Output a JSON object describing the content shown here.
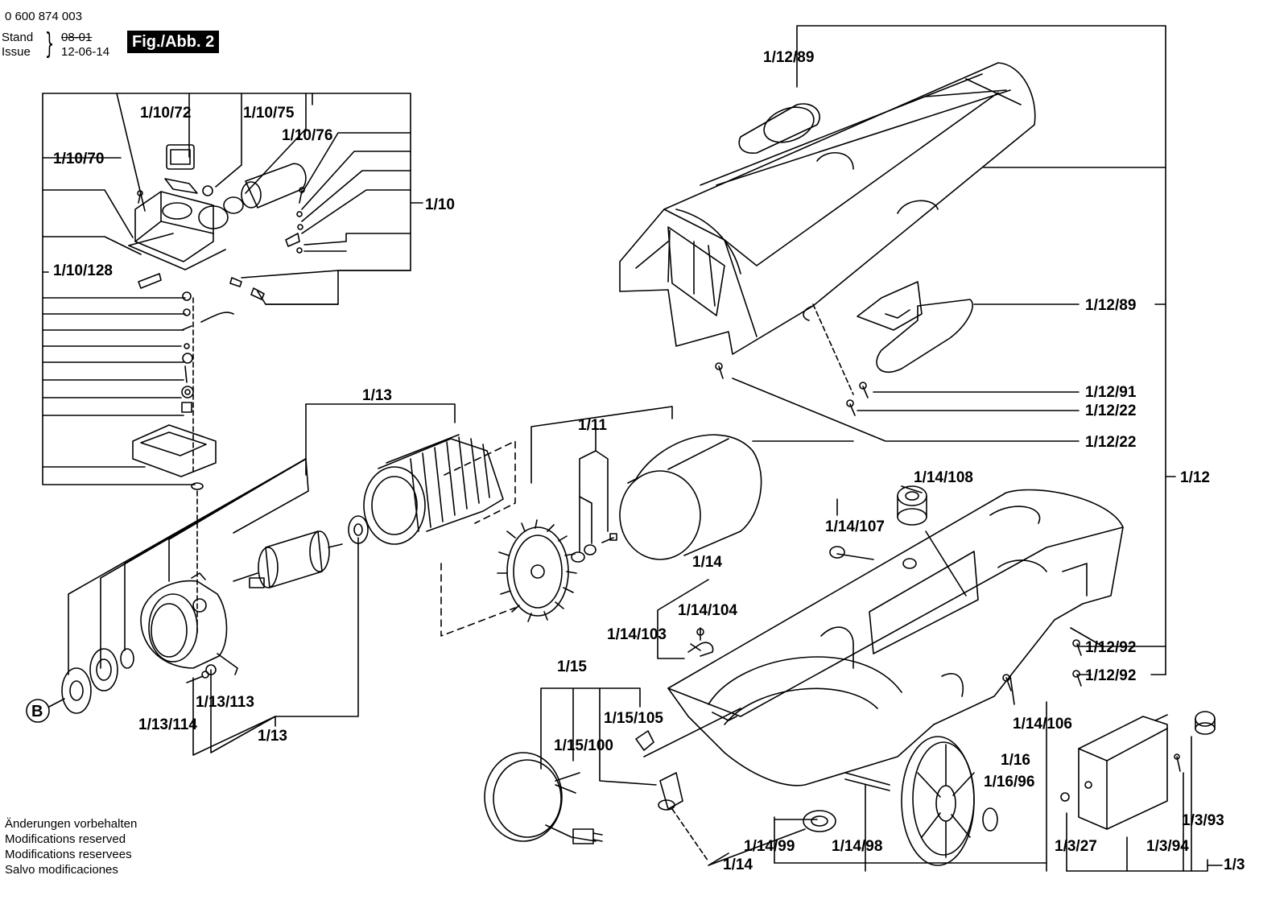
{
  "header": {
    "part_number": "0 600 874 003",
    "stand_label": "Stand",
    "issue_label": "Issue",
    "old_date": "08-01",
    "issue_date": "12-06-14",
    "figure_tag": "Fig./Abb. 2"
  },
  "footer_notes": [
    "Änderungen vorbehalten",
    "Modifications reserved",
    "Modifications reservees",
    "Salvo modificaciones"
  ],
  "callouts": {
    "c_1_10_72": "1/10/72",
    "c_1_10_75": "1/10/75",
    "c_1_10_76": "1/10/76",
    "c_1_10_70": "1/10/70",
    "c_1_10": "1/10",
    "c_1_10_128": "1/10/128",
    "c_1_13_top": "1/13",
    "c_1_13_bottom": "1/13",
    "c_1_13_113": "1/13/113",
    "c_1_13_114": "1/13/114",
    "c_1_11": "1/11",
    "c_1_12_89_top": "1/12/89",
    "c_1_12_89_right": "1/12/89",
    "c_1_12_91": "1/12/91",
    "c_1_12_22_a": "1/12/22",
    "c_1_12_22_b": "1/12/22",
    "c_1_12": "1/12",
    "c_1_12_92_a": "1/12/92",
    "c_1_12_92_b": "1/12/92",
    "c_1_14_108": "1/14/108",
    "c_1_14_107": "1/14/107",
    "c_1_14": "1/14",
    "c_1_14_104": "1/14/104",
    "c_1_14_103": "1/14/103",
    "c_1_14_106": "1/14/106",
    "c_1_15": "1/15",
    "c_1_15_105": "1/15/105",
    "c_1_15_100": "1/15/100",
    "c_1_16": "1/16",
    "c_1_16_96": "1/16/96",
    "c_1_14_99": "1/14/99",
    "c_1_14_98": "1/14/98",
    "c_1_14_bottom": "1/14",
    "c_1_3_93": "1/3/93",
    "c_1_3_27": "1/3/27",
    "c_1_3_94": "1/3/94",
    "c_1_3": "1/3",
    "c_B": "B"
  }
}
